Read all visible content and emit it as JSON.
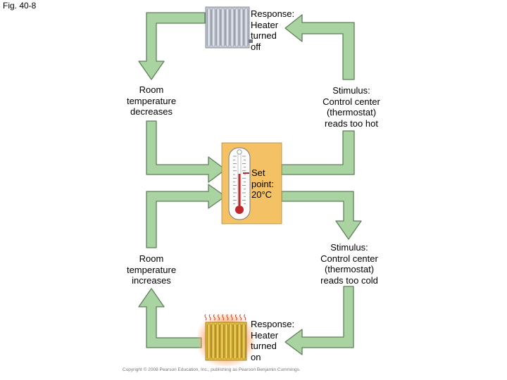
{
  "figure_label": "Fig. 40-8",
  "response_off": [
    "Response:",
    "Heater",
    "turned",
    "off"
  ],
  "room_decreases": [
    "Room",
    "temperature",
    "decreases"
  ],
  "stimulus_hot": [
    "Stimulus:",
    "Control center",
    "(thermostat)",
    "reads too hot"
  ],
  "set_point": [
    "Set",
    "point:",
    "20°C"
  ],
  "room_increases": [
    "Room",
    "temperature",
    "increases"
  ],
  "stimulus_cold": [
    "Stimulus:",
    "Control center",
    "(thermostat)",
    "reads too cold"
  ],
  "response_on": [
    "Response:",
    "Heater",
    "turned",
    "on"
  ],
  "copyright": "Copyright © 2008 Pearson Education, Inc., publishing as Pearson Benjamin Cummings.",
  "colors": {
    "arrow_fill": "#a9d3a1",
    "arrow_stroke": "#5f7f5a",
    "thermostat_panel": "#f5c165",
    "heater_on": "#e8c040",
    "heater_off": "#d8dce4"
  },
  "icons": [
    "radiator-off-icon",
    "radiator-on-icon",
    "thermometer-icon"
  ]
}
